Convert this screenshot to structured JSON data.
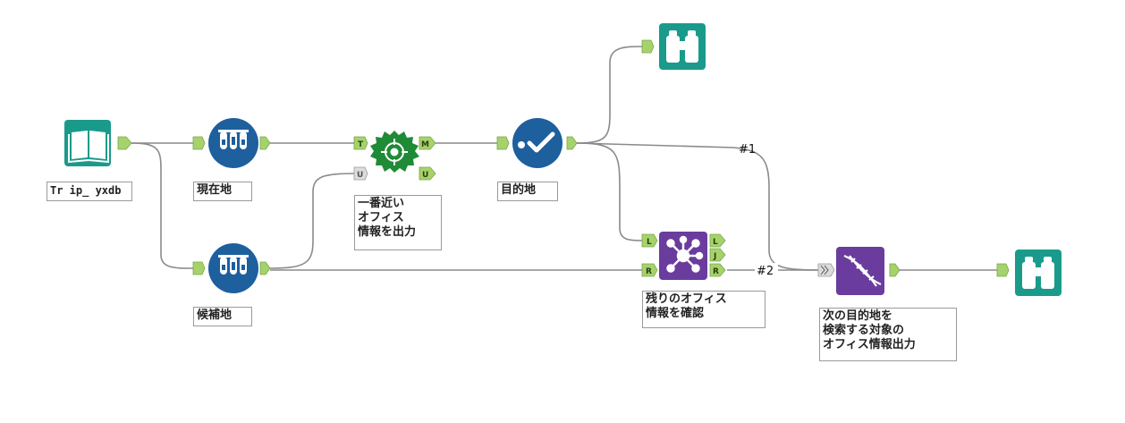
{
  "tools": {
    "input": {
      "label": "Tr ip_ yxdb",
      "icon": "input-data-book-icon",
      "color": "#1a9a8b"
    },
    "formula_current": {
      "label": "現在地",
      "icon": "formula-test-tubes-icon",
      "color": "#1e5f9e"
    },
    "formula_candidates": {
      "label": "候補地",
      "icon": "formula-test-tubes-icon",
      "color": "#1e5f9e"
    },
    "find_nearest": {
      "lines": [
        "一番近い",
        "オフィス",
        "情報を出力"
      ],
      "icon": "find-nearest-target-icon",
      "color": "#1f8b36"
    },
    "select_records": {
      "label": "目的地",
      "icon": "checkmark-icon",
      "color": "#1e5f9e"
    },
    "browse_top": {
      "icon": "binoculars-icon",
      "color": "#1a9a8b"
    },
    "join": {
      "lines": [
        "残りのオフィス",
        "情報を確認"
      ],
      "icon": "join-network-icon",
      "color": "#6a3c9e"
    },
    "macro_output": {
      "lines": [
        "次の目的地を",
        "検索する対象の",
        "オフィス情報出力"
      ],
      "icon": "dna-helix-icon",
      "color": "#6a3c9e"
    },
    "browse_right": {
      "icon": "binoculars-icon",
      "color": "#1a9a8b"
    }
  },
  "anchors": {
    "T": "T",
    "U_in": "U",
    "M": "M",
    "U_out": "U",
    "L_in": "L",
    "R_in": "R",
    "L_out": "L",
    "J_out": "J",
    "R_out": "R"
  },
  "connection_labels": {
    "c1": "#1",
    "c2": "#2"
  },
  "colors": {
    "anchor": "#a6d26b",
    "connector": "#8a8a8a"
  }
}
